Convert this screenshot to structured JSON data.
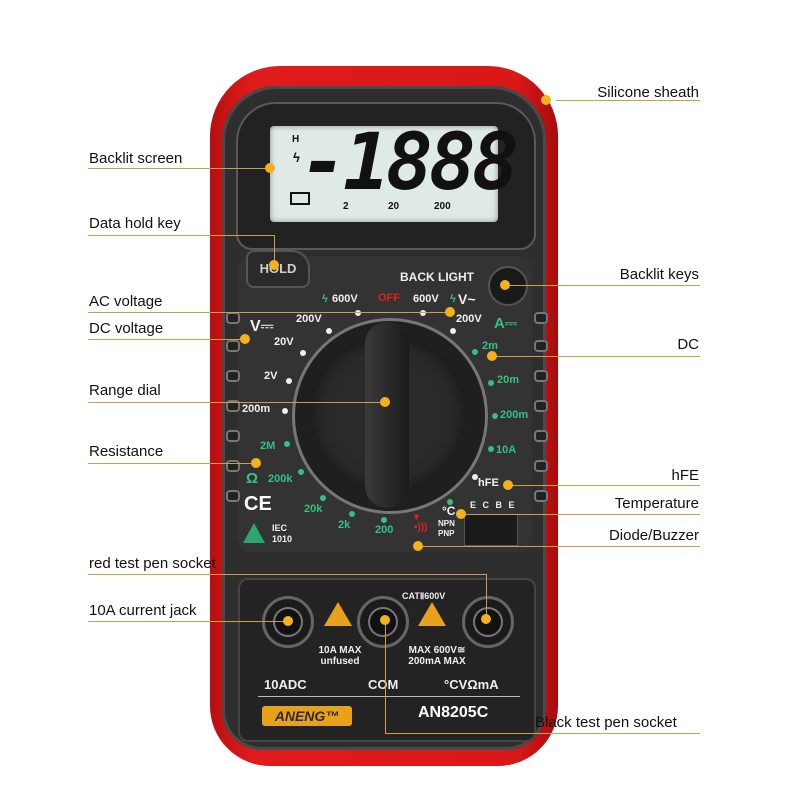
{
  "callouts": {
    "left": [
      {
        "label": "Backlit screen"
      },
      {
        "label": "Data hold key"
      },
      {
        "label": "AC voltage"
      },
      {
        "label": "DC voltage"
      },
      {
        "label": "Range dial"
      },
      {
        "label": "Resistance"
      },
      {
        "label": "red test pen socket"
      },
      {
        "label": "10A current jack"
      }
    ],
    "right": [
      {
        "label": "Silicone sheath"
      },
      {
        "label": "Backlit keys"
      },
      {
        "label": "DC"
      },
      {
        "label": "hFE"
      },
      {
        "label": "Temperature"
      },
      {
        "label": "Diode/Buzzer"
      },
      {
        "label": "Black test pen socket"
      }
    ]
  },
  "device": {
    "lcd": {
      "digits": "-1888",
      "hold_indicator": "H",
      "scale_marks": [
        "2",
        "20",
        "200"
      ]
    },
    "hold_button": "HOLD",
    "backlight_label": "BACK LIGHT",
    "dial": {
      "off_label": "OFF",
      "dcv_symbol": "V⎓",
      "acv_symbol": "V~",
      "dca_symbol": "A⎓",
      "ohm_symbol": "Ω",
      "ranges_acv": [
        "600V",
        "200V"
      ],
      "ranges_dcv": [
        "600V",
        "200V",
        "20V",
        "2V",
        "200m"
      ],
      "ranges_dca": [
        "2m",
        "20m",
        "200m",
        "10A"
      ],
      "ranges_ohm": [
        "2M",
        "200k",
        "20k",
        "2k",
        "200"
      ],
      "hfe_label": "hFE",
      "temp_label": "°C",
      "transistor_pins": "E C B E",
      "npn": "NPN",
      "pnp": "PNP",
      "ce_mark": "CE",
      "iec": "IEC",
      "iec_num": "1010"
    },
    "sockets": {
      "cat_rating": "CATⅡ600V",
      "warn_left_1": "10A MAX",
      "warn_left_2": "unfused",
      "warn_right_1": "MAX 600V≅",
      "warn_right_2": "200mA MAX",
      "terminals": [
        "10ADC",
        "COM",
        "°CVΩmA"
      ]
    },
    "brand": "ANENG™",
    "model": "AN8205C"
  },
  "colors": {
    "sheath": "#d91818",
    "body": "#2e2e2e",
    "lcd": "#dfe9e6",
    "accent_green": "#35c084",
    "accent_orange": "#e8a21a",
    "callout_pin": "#f2b21e"
  }
}
